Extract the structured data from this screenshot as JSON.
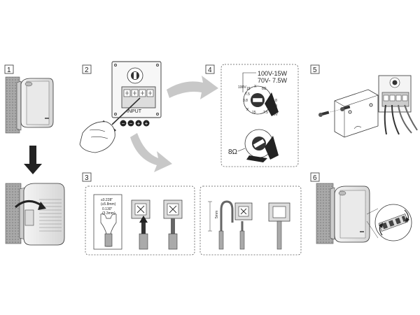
{
  "steps": [
    {
      "number": "1"
    },
    {
      "number": "2"
    },
    {
      "number": "3"
    },
    {
      "number": "4"
    },
    {
      "number": "5"
    },
    {
      "number": "6"
    }
  ],
  "step2": {
    "terminal_label": "INPUT",
    "signs": [
      "−",
      "−",
      "+",
      "+"
    ]
  },
  "step3": {
    "dim_width_in": "≤0.228\"",
    "dim_width_mm": "(≤5.8mm)",
    "dim_inner_in": "0.130\"",
    "dim_inner_mm": "(3.3mm)",
    "strip_len": "5mm"
  },
  "step4": {
    "line1": "100V-15W",
    "line2": "70V-  7.5W",
    "ohm_label": "8Ω",
    "dial_labels": [
      "100V",
      "15",
      "7.5",
      "X",
      "8Ω",
      "3.8",
      "1.8",
      "X",
      "15",
      "3.8",
      "7.5",
      "70V"
    ]
  }
}
